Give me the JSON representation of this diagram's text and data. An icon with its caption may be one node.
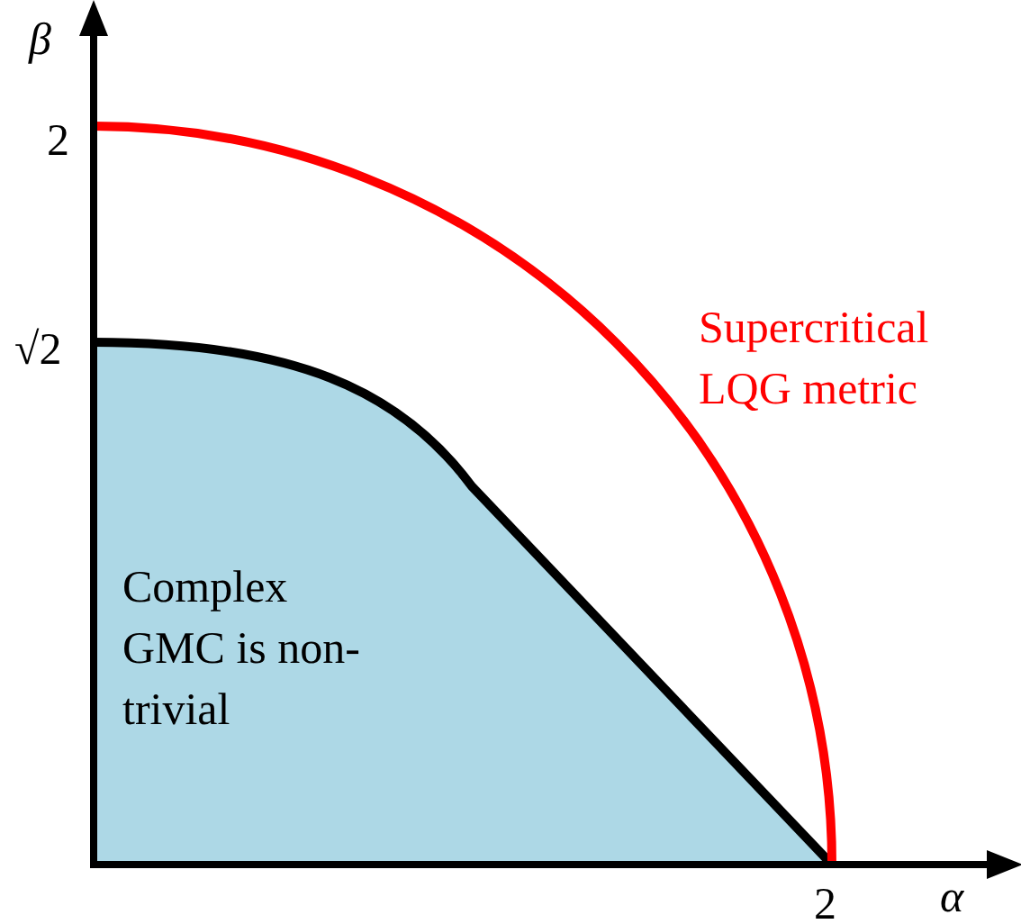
{
  "diagram": {
    "nodes": [
      {
        "text": [
          "Complex GMC is non-trivial"
        ]
      }
    ],
    "labels": [
      "β",
      "2",
      "√2",
      "Supercritical LQG metric",
      "2",
      "α"
    ]
  }
}
